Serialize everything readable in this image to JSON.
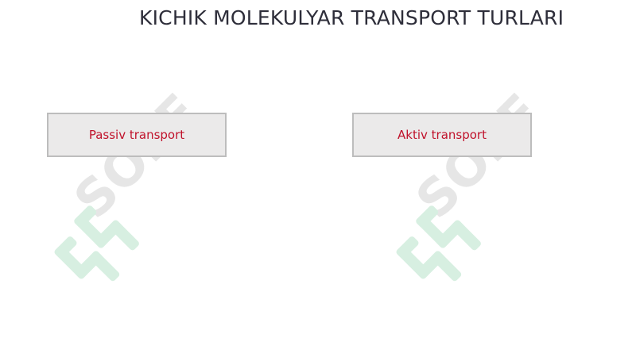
{
  "slide": {
    "title": "KICHIK MOLEKULYAR TRANSPORT TURLARI",
    "boxes": {
      "left": "Passiv transport",
      "right": "Aktiv transport"
    }
  },
  "watermark": {
    "text": "SOFF",
    "icon": "soff-logo-icon",
    "text_color": "#e6e6e6",
    "logo_color": "#d7efe1"
  },
  "colors": {
    "title": "#2e2e3a",
    "box_text": "#c0122b",
    "box_bg": "#ebeaea",
    "box_border": "#bdbdbd"
  }
}
